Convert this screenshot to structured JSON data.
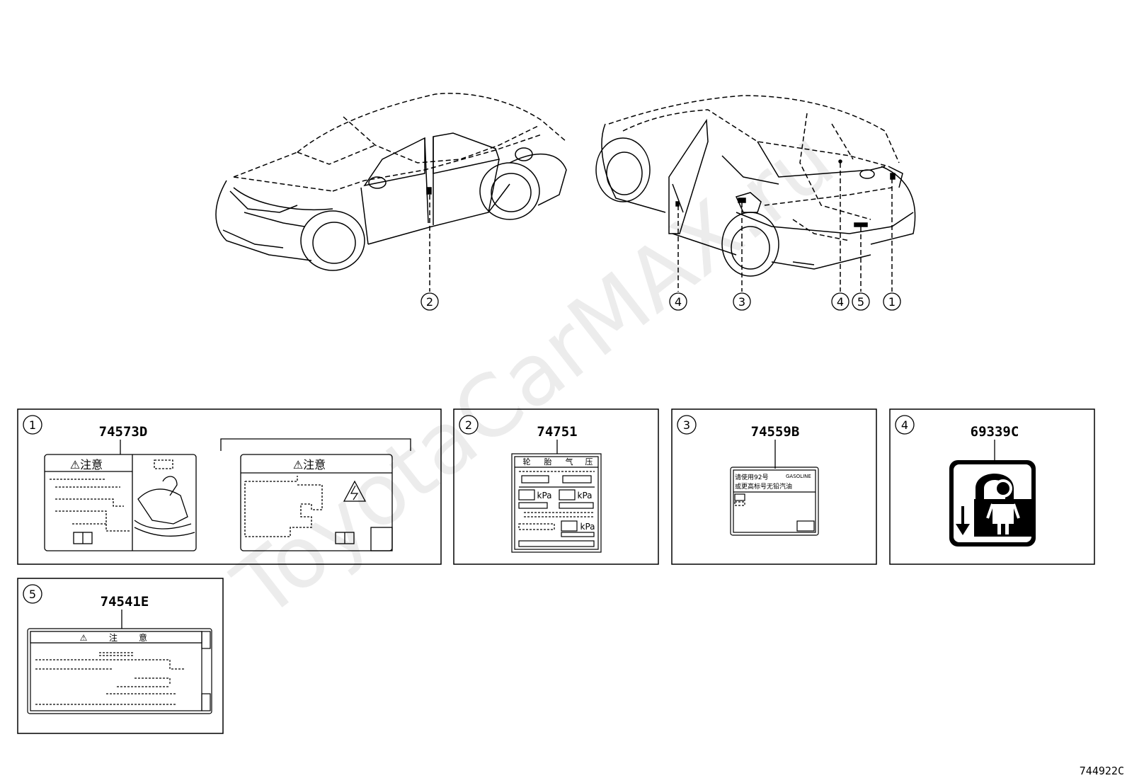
{
  "diagram_id": "744922C",
  "watermark": "ToyotaCarMAX.ru",
  "callouts": {
    "front": [
      "2"
    ],
    "rear": [
      "4",
      "3",
      "4",
      "5",
      "1"
    ]
  },
  "panels": [
    {
      "index": "1",
      "part_number": "74573D",
      "caution_header": "⚠注意"
    },
    {
      "index": "2",
      "part_number": "74751",
      "header_chars": [
        "轮",
        "胎",
        "气",
        "压"
      ],
      "unit": "kPa"
    },
    {
      "index": "3",
      "part_number": "74559B",
      "label_line1": "请使用92号",
      "label_line1_en": "GASOLINE",
      "label_line2": "或更高标号无铅汽油"
    },
    {
      "index": "4",
      "part_number": "69339C"
    },
    {
      "index": "5",
      "part_number": "74541E",
      "caution_chars": [
        "⚠",
        "注",
        "意"
      ]
    }
  ]
}
